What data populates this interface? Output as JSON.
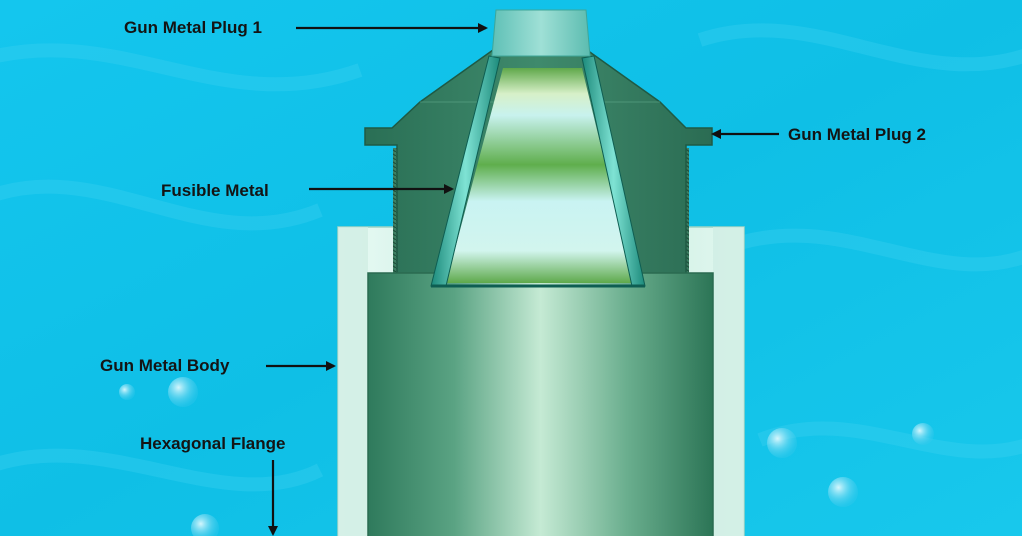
{
  "diagram": {
    "labels": {
      "gun_metal_plug_1": "Gun Metal Plug 1",
      "gun_metal_plug_2": "Gun Metal Plug 2",
      "fusible_metal": "Fusible Metal",
      "gun_metal_body": "Gun Metal Body",
      "hexagonal_flange": "Hexagonal Flange"
    },
    "colors": {
      "background": "#12c4ea",
      "body_green": "#3f8f6d",
      "body_light": "#c5ead4",
      "rim": "#d6f5ea",
      "fusible_metal": "#6cb353",
      "plug_top": "#7ed0c5",
      "arrow": "#111111"
    }
  }
}
